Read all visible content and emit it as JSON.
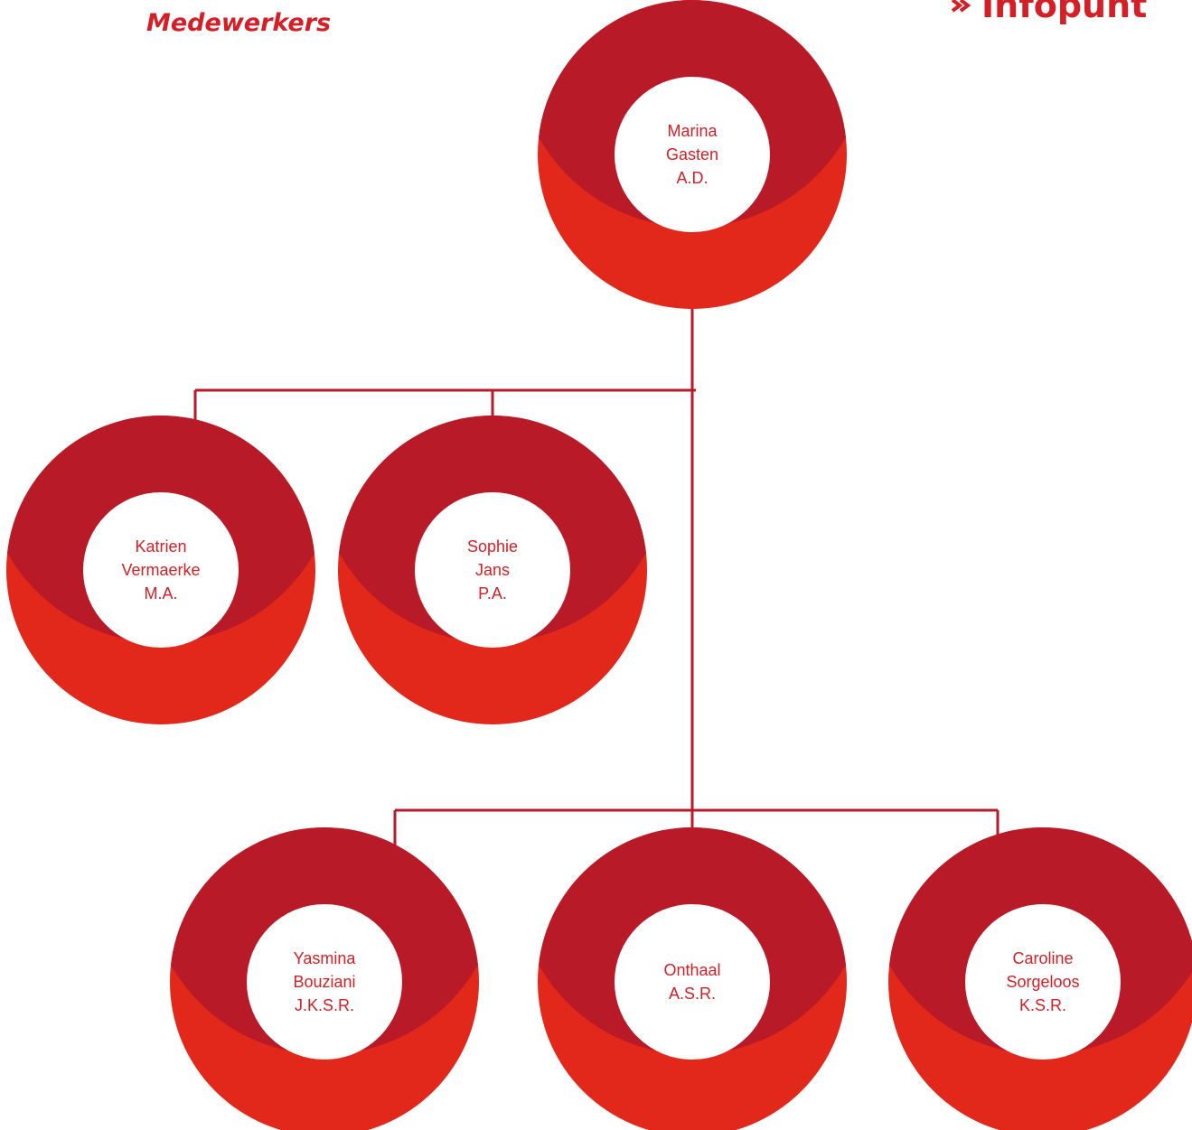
{
  "heading": "Medewerkers",
  "logo": {
    "text": "Infopunt",
    "icon": "arrow-icon"
  },
  "colors": {
    "accent": "#e2281a",
    "dark": "#b91a28",
    "line": "#b91a28",
    "text": "#d41f26"
  },
  "nodes": [
    {
      "id": "marina",
      "lines": [
        "Marina",
        "Gasten",
        "A.D."
      ]
    },
    {
      "id": "katrien",
      "lines": [
        "Katrien",
        "Vermaerke",
        "M.A."
      ]
    },
    {
      "id": "sophie",
      "lines": [
        "Sophie",
        "Jans",
        "P.A."
      ]
    },
    {
      "id": "yasmina",
      "lines": [
        "Yasmina",
        "Bouziani",
        "J.K.S.R."
      ]
    },
    {
      "id": "onthaal",
      "lines": [
        "Onthaal",
        "A.S.R."
      ]
    },
    {
      "id": "caroline",
      "lines": [
        "Caroline",
        "Sorgeloos",
        "K.S.R."
      ]
    }
  ]
}
